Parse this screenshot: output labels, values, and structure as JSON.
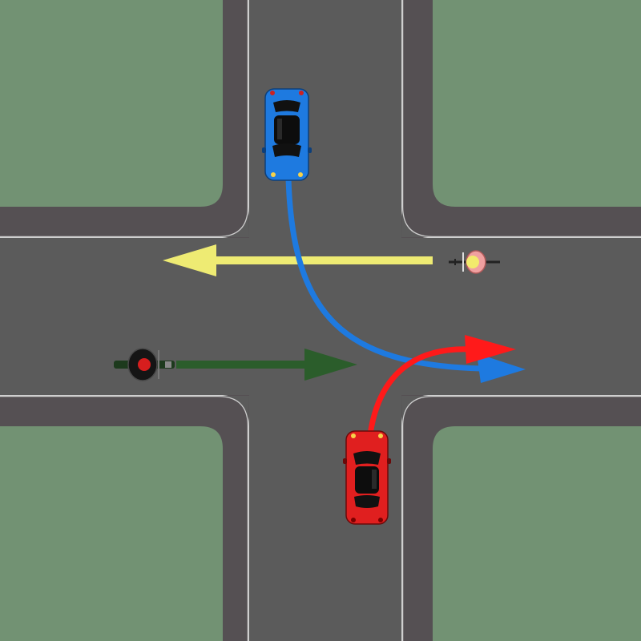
{
  "scene": {
    "type": "intersection-diagram",
    "colors": {
      "grass": "#729273",
      "sidewalk": "#555053",
      "curb": "#cfcfcf",
      "road": "#5b5b5b"
    }
  },
  "vehicles": [
    {
      "id": "blue-car",
      "kind": "car",
      "color": "#1e7ae0",
      "heading": "south",
      "maneuver": "left-turn-to-east"
    },
    {
      "id": "red-car",
      "kind": "car",
      "color": "#e01f1f",
      "heading": "north",
      "maneuver": "right-turn-to-east"
    },
    {
      "id": "yellow-cyclist",
      "kind": "bicycle",
      "color": "#f2ea6c",
      "heading": "west",
      "maneuver": "straight"
    },
    {
      "id": "green-motorcyclist",
      "kind": "motorcycle",
      "color": "#2c6a2c",
      "heading": "east",
      "maneuver": "straight"
    }
  ],
  "arrows": [
    {
      "id": "blue-path",
      "color": "#1e7ae0"
    },
    {
      "id": "red-path",
      "color": "#ff1a1a"
    },
    {
      "id": "yellow-path",
      "color": "#eeeb73"
    },
    {
      "id": "green-path",
      "color": "#2b5d2b"
    }
  ]
}
